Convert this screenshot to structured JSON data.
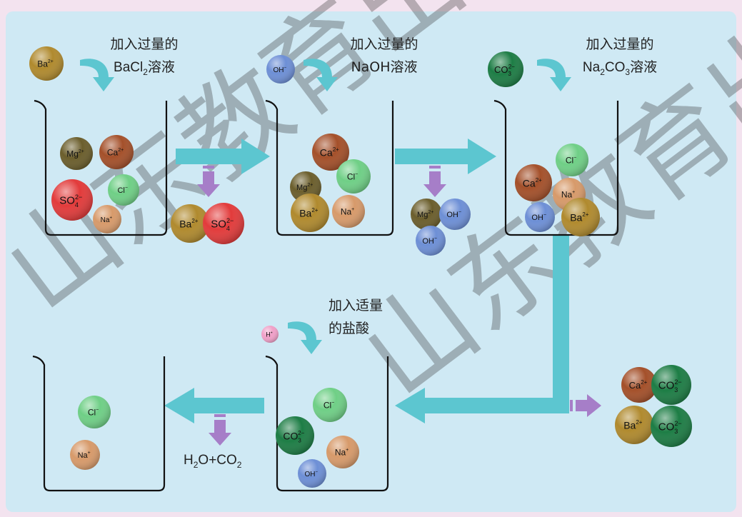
{
  "steps": {
    "step1": {
      "line1": "加入过量的",
      "line2_main": "BaCl",
      "line2_sub": "2",
      "line2_tail": "溶液"
    },
    "step2": {
      "line1": "加入过量的",
      "line2": "NaOH溶液"
    },
    "step3": {
      "line1": "加入过量的",
      "line2_a": "Na",
      "line2_sub1": "2",
      "line2_b": "CO",
      "line2_sub2": "3",
      "line2_tail": "溶液"
    },
    "step4": {
      "line1": "加入适量",
      "line2": "的盐酸"
    }
  },
  "gas_product": {
    "p1": "H",
    "s1": "2",
    "p2": "O+CO",
    "s2": "2"
  },
  "watermark": "山东教育出版社",
  "ions": {
    "ba": {
      "label": "Ba",
      "sup": "2+",
      "color": "#b08a2e"
    },
    "mg": {
      "label": "Mg",
      "sup": "2+",
      "color": "#6b5e2c"
    },
    "ca": {
      "label": "Ca",
      "sup": "2+",
      "color": "#a4502a"
    },
    "cl": {
      "label": "Cl",
      "sup": "−",
      "color": "#6fcf86"
    },
    "na": {
      "label": "Na",
      "sup": "+",
      "color": "#d79a6a"
    },
    "so4": {
      "label": "SO",
      "sub": "4",
      "sup": "2−",
      "color": "#e23b3b"
    },
    "oh": {
      "label": "OH",
      "sup": "−",
      "color": "#6d8fd6"
    },
    "co3": {
      "label": "CO",
      "sub": "3",
      "sup": "2−",
      "color": "#1d7d45"
    },
    "h": {
      "label": "H",
      "sup": "+",
      "color": "#f0a0c8"
    }
  },
  "colors": {
    "panel": "#cfe9f4",
    "process_arrow": "#5cc6d0",
    "precipitate_arrow": "#a67ec8",
    "beaker": "#111111"
  }
}
